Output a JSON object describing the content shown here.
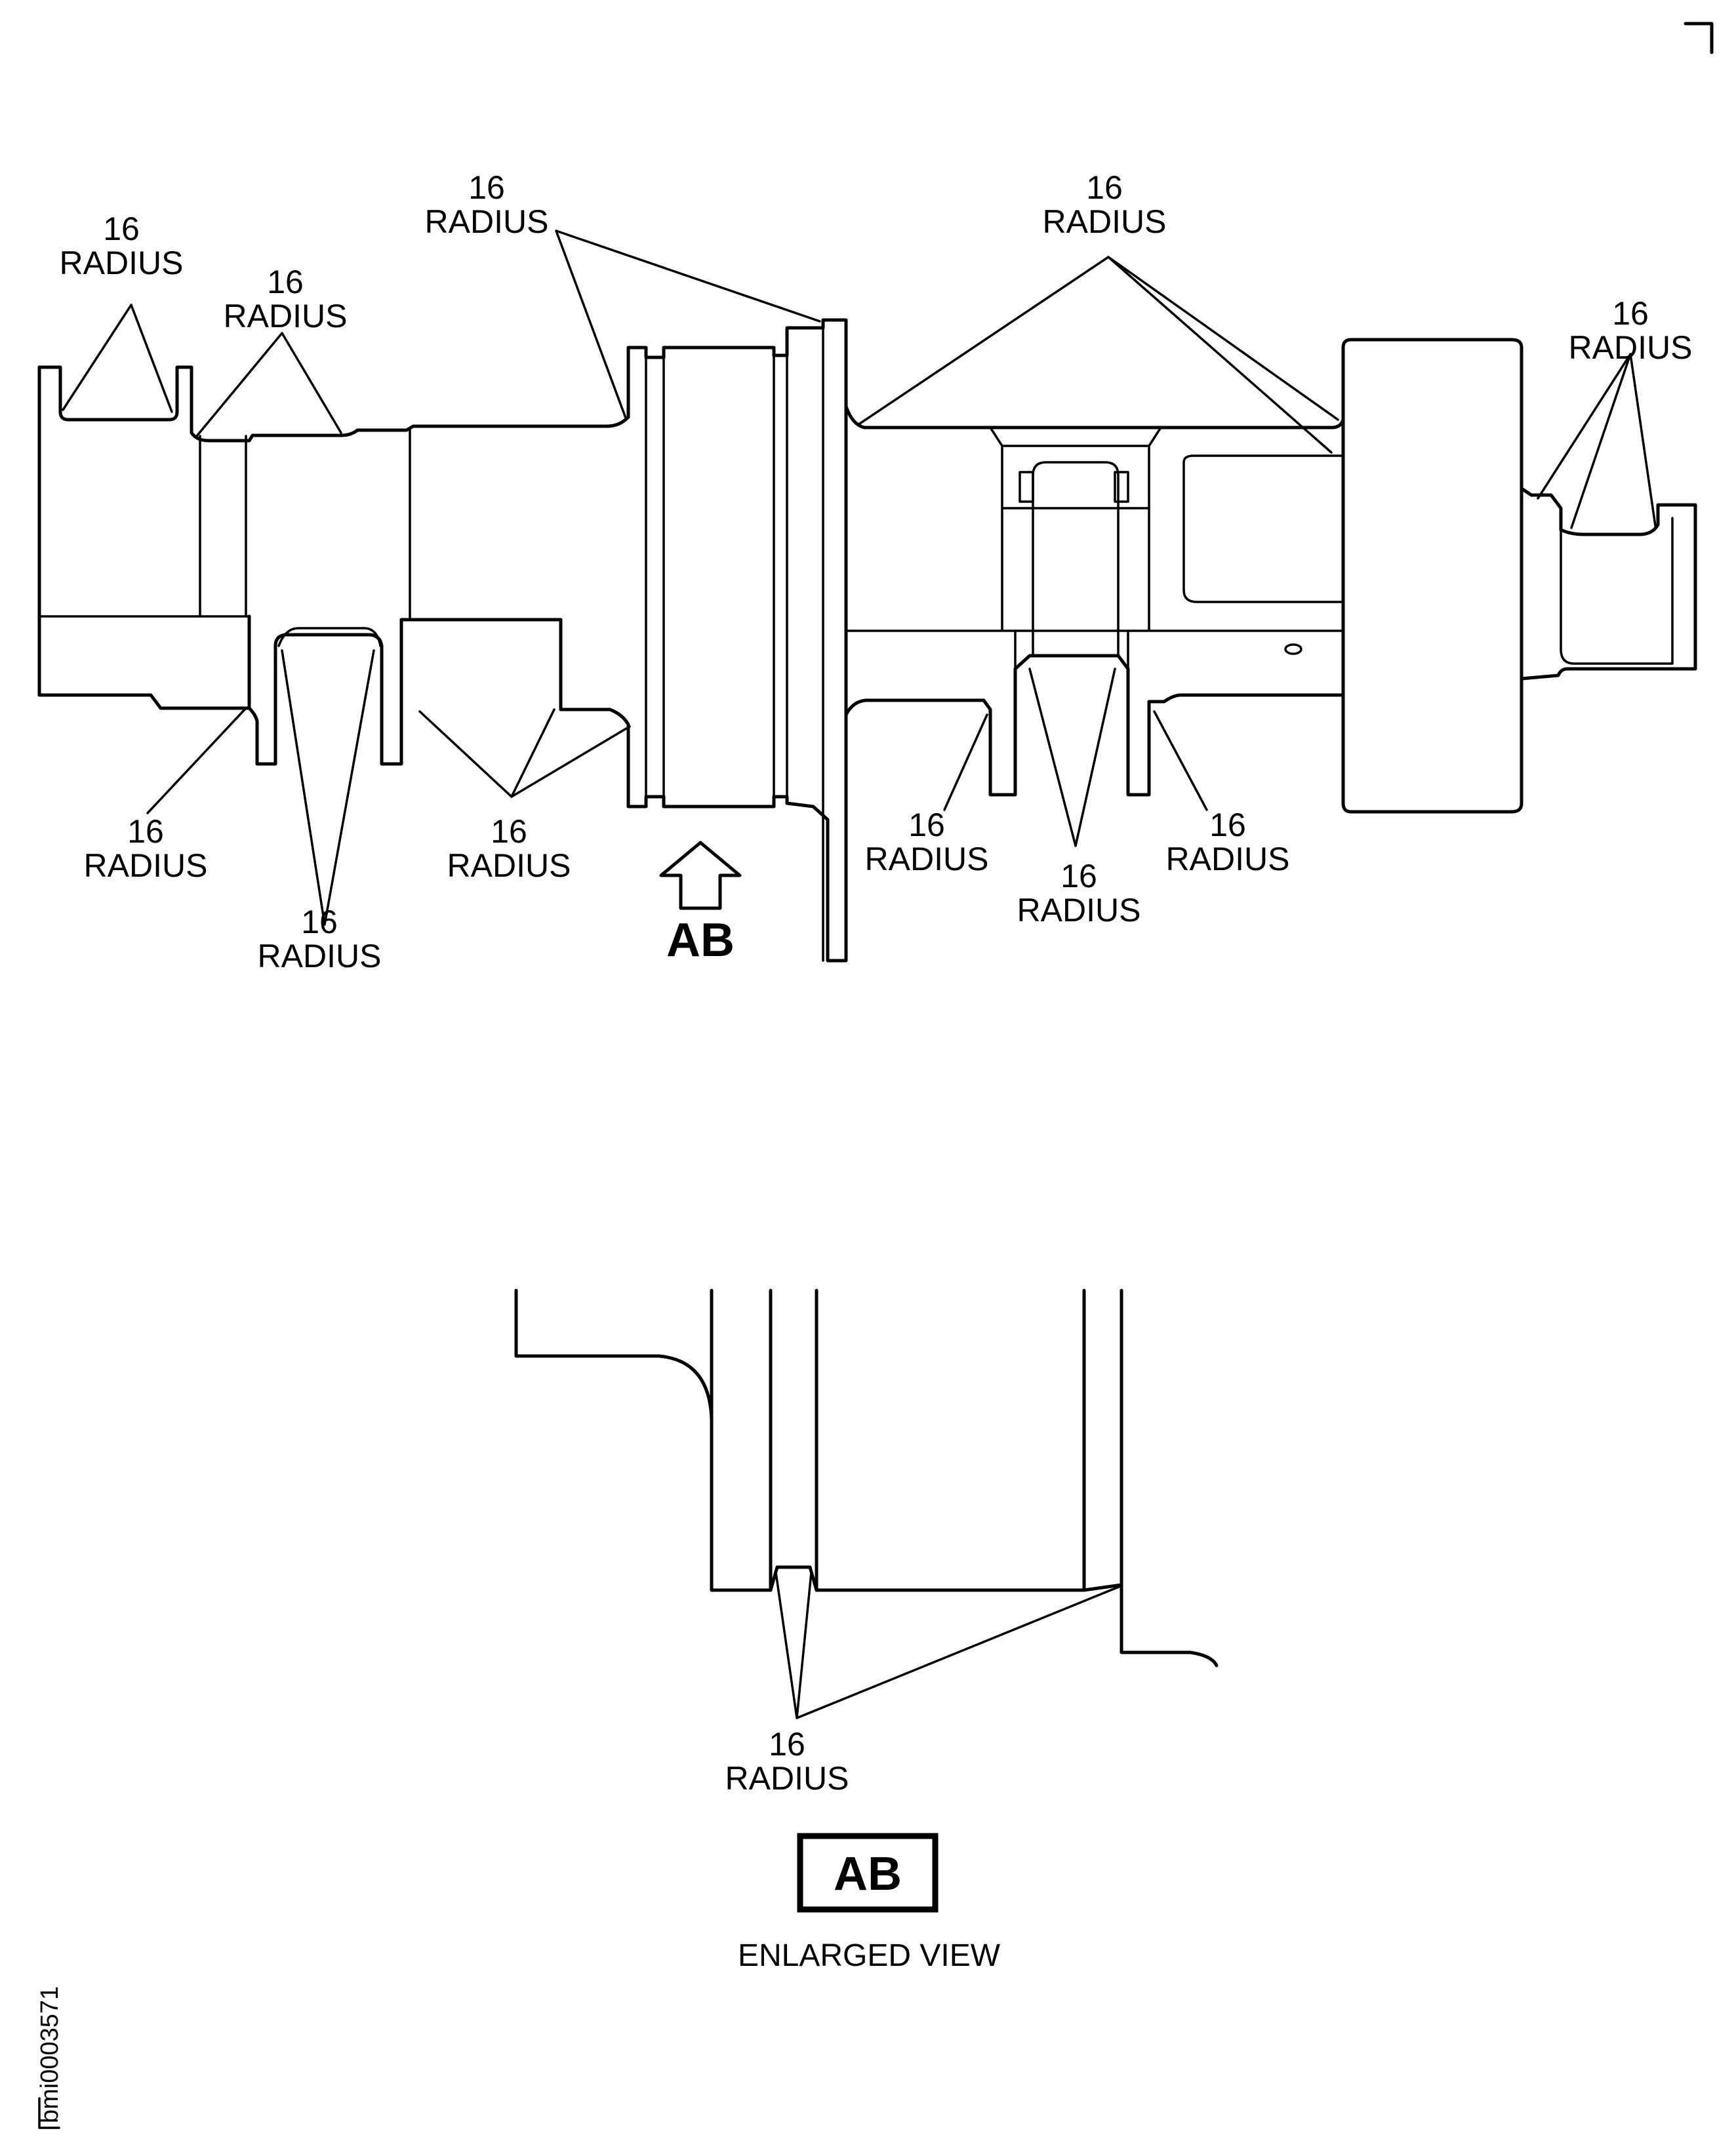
{
  "callout": {
    "value": "16",
    "unit": "RADIUS"
  },
  "view_arrow": {
    "letter": "AB"
  },
  "enlarged": {
    "box_label": "AB",
    "caption": "ENLARGED VIEW"
  },
  "figure_id": "bmi0003571"
}
